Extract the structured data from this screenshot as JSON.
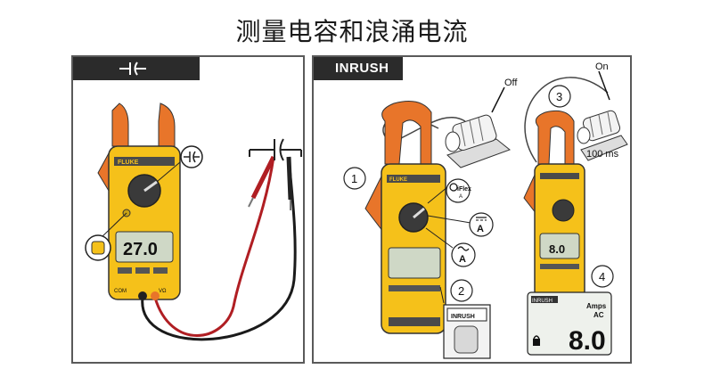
{
  "title": "测量电容和浪涌电流",
  "left_panel": {
    "brand": "FLUKE",
    "display_value": "27.0",
    "terminal_com": "COM",
    "terminal_v": "VΩ"
  },
  "right_panel": {
    "tab_label": "INRUSH",
    "motor_off_label": "Off",
    "motor_on_label": "On",
    "motor_on_time": "100 ms",
    "step_1": "1",
    "step_2": "2",
    "step_3": "3",
    "step_4": "4",
    "iflex_label": "iFlex",
    "iflex_unit": "A",
    "dc_amps_label": "A",
    "ac_amps_label": "A",
    "inrush_button_label": "INRUSH",
    "meter3_display": "8.0",
    "display_tag": "INRUSH",
    "display_units_amps": "Amps",
    "display_units_ac": "AC",
    "display_value": "8.0",
    "brand": "FLUKE"
  },
  "colors": {
    "meter_yellow": "#f5c11a",
    "meter_orange": "#e8752a",
    "meter_gray": "#4a4a4a",
    "lead_red": "#b01e23",
    "lead_black": "#1a1a1a",
    "tab_dark": "#2b2b2b"
  }
}
